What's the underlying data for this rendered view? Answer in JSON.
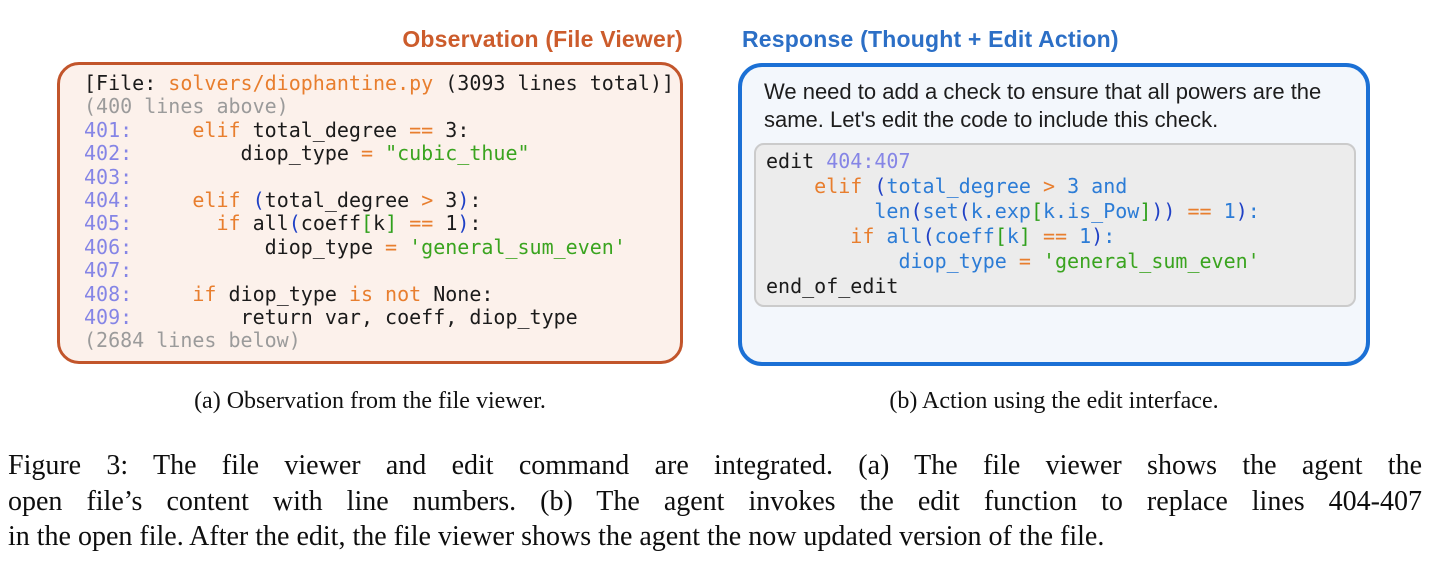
{
  "colors": {
    "orange_border": "#C2552B",
    "orange_title": "#CC5C2C",
    "obs_bg": "#FCF1EB",
    "blue_border": "#1B70D5",
    "blue_title": "#2C6FC6",
    "resp_bg": "#F3F7FC",
    "codeblock_bg": "#ECECEC",
    "codeblock_border": "#CBCBCB",
    "syntax": {
      "k": "#1B1B1B",
      "kw": "#E87E2E",
      "str": "#3AA41F",
      "ln": "#8585E6",
      "par": "#2041C6",
      "br": "#2FA01C",
      "id": "#2C7CD6",
      "gray": "#9B9B9B"
    }
  },
  "panels": {
    "observation": {
      "title": "Observation (File Viewer)",
      "code_lines": [
        [
          {
            "t": "[File: ",
            "c": "k"
          },
          {
            "t": "solvers/diophantine.py",
            "c": "kw"
          },
          {
            "t": " (3093 lines total)]",
            "c": "k"
          }
        ],
        [
          {
            "t": "(400 lines above)",
            "c": "gray"
          }
        ],
        [
          {
            "t": "401:",
            "c": "ln"
          },
          {
            "t": "     ",
            "c": "k"
          },
          {
            "t": "elif",
            "c": "kw"
          },
          {
            "t": " total_degree ",
            "c": "k"
          },
          {
            "t": "==",
            "c": "kw"
          },
          {
            "t": " 3:",
            "c": "k"
          }
        ],
        [
          {
            "t": "402:",
            "c": "ln"
          },
          {
            "t": "         ",
            "c": "k"
          },
          {
            "t": "diop_type ",
            "c": "k"
          },
          {
            "t": "=",
            "c": "kw"
          },
          {
            "t": " ",
            "c": "k"
          },
          {
            "t": "\"cubic_thue\"",
            "c": "str"
          }
        ],
        [
          {
            "t": "403:",
            "c": "ln"
          }
        ],
        [
          {
            "t": "404:",
            "c": "ln"
          },
          {
            "t": "     ",
            "c": "k"
          },
          {
            "t": "elif",
            "c": "kw"
          },
          {
            "t": " ",
            "c": "k"
          },
          {
            "t": "(",
            "c": "par"
          },
          {
            "t": "total_degree ",
            "c": "k"
          },
          {
            "t": ">",
            "c": "kw"
          },
          {
            "t": " 3",
            "c": "k"
          },
          {
            "t": ")",
            "c": "par"
          },
          {
            "t": ":",
            "c": "k"
          }
        ],
        [
          {
            "t": "405:",
            "c": "ln"
          },
          {
            "t": "       ",
            "c": "k"
          },
          {
            "t": "if",
            "c": "kw"
          },
          {
            "t": " all",
            "c": "k"
          },
          {
            "t": "(",
            "c": "par"
          },
          {
            "t": "coeff",
            "c": "k"
          },
          {
            "t": "[",
            "c": "br"
          },
          {
            "t": "k",
            "c": "k"
          },
          {
            "t": "]",
            "c": "br"
          },
          {
            "t": " ",
            "c": "k"
          },
          {
            "t": "==",
            "c": "kw"
          },
          {
            "t": " 1",
            "c": "k"
          },
          {
            "t": ")",
            "c": "par"
          },
          {
            "t": ":",
            "c": "k"
          }
        ],
        [
          {
            "t": "406:",
            "c": "ln"
          },
          {
            "t": "           ",
            "c": "k"
          },
          {
            "t": "diop_type ",
            "c": "k"
          },
          {
            "t": "=",
            "c": "kw"
          },
          {
            "t": " ",
            "c": "k"
          },
          {
            "t": "'general_sum_even'",
            "c": "str"
          }
        ],
        [
          {
            "t": "407:",
            "c": "ln"
          }
        ],
        [
          {
            "t": "408:",
            "c": "ln"
          },
          {
            "t": "     ",
            "c": "k"
          },
          {
            "t": "if",
            "c": "kw"
          },
          {
            "t": " diop_type ",
            "c": "k"
          },
          {
            "t": "is not",
            "c": "kw"
          },
          {
            "t": " None:",
            "c": "k"
          }
        ],
        [
          {
            "t": "409:",
            "c": "ln"
          },
          {
            "t": "         ",
            "c": "k"
          },
          {
            "t": "return var, coeff, diop_type",
            "c": "k"
          }
        ],
        [
          {
            "t": "(2684 lines below)",
            "c": "gray"
          }
        ]
      ]
    },
    "response": {
      "title": "Response (Thought + Edit Action)",
      "thought": "We need to add a check to ensure that all powers are the same. Let's edit the code to include this check.",
      "code_lines": [
        [
          {
            "t": "edit ",
            "c": "k"
          },
          {
            "t": "404:407",
            "c": "ln"
          }
        ],
        [
          {
            "t": "    ",
            "c": "id"
          },
          {
            "t": "elif",
            "c": "kw"
          },
          {
            "t": " ",
            "c": "id"
          },
          {
            "t": "(",
            "c": "par"
          },
          {
            "t": "total_degree ",
            "c": "id"
          },
          {
            "t": ">",
            "c": "kw"
          },
          {
            "t": " 3 and",
            "c": "id"
          }
        ],
        [
          {
            "t": "         ",
            "c": "id"
          },
          {
            "t": "len",
            "c": "id"
          },
          {
            "t": "(",
            "c": "par"
          },
          {
            "t": "set",
            "c": "id"
          },
          {
            "t": "(",
            "c": "par"
          },
          {
            "t": "k.exp",
            "c": "id"
          },
          {
            "t": "[",
            "c": "br"
          },
          {
            "t": "k.is_Pow",
            "c": "id"
          },
          {
            "t": "]",
            "c": "br"
          },
          {
            "t": "))",
            "c": "par"
          },
          {
            "t": " ",
            "c": "id"
          },
          {
            "t": "==",
            "c": "kw"
          },
          {
            "t": " 1",
            "c": "id"
          },
          {
            "t": ")",
            "c": "par"
          },
          {
            "t": ":",
            "c": "id"
          }
        ],
        [
          {
            "t": "       ",
            "c": "id"
          },
          {
            "t": "if",
            "c": "kw"
          },
          {
            "t": " all",
            "c": "id"
          },
          {
            "t": "(",
            "c": "par"
          },
          {
            "t": "coeff",
            "c": "id"
          },
          {
            "t": "[",
            "c": "br"
          },
          {
            "t": "k",
            "c": "id"
          },
          {
            "t": "]",
            "c": "br"
          },
          {
            "t": " ",
            "c": "id"
          },
          {
            "t": "==",
            "c": "kw"
          },
          {
            "t": " 1",
            "c": "id"
          },
          {
            "t": ")",
            "c": "par"
          },
          {
            "t": ":",
            "c": "id"
          }
        ],
        [
          {
            "t": "           ",
            "c": "id"
          },
          {
            "t": "diop_type ",
            "c": "id"
          },
          {
            "t": "=",
            "c": "kw"
          },
          {
            "t": " ",
            "c": "id"
          },
          {
            "t": "'general_sum_even'",
            "c": "str"
          }
        ],
        [
          {
            "t": "end_of_edit",
            "c": "k"
          }
        ]
      ]
    }
  },
  "figure": {
    "subcaption_a": "(a) Observation from the file viewer.",
    "subcaption_b": "(b) Action using the edit interface.",
    "caption_lines": [
      "Figure 3: The file viewer and edit command are integrated. (a) The file viewer shows the agent the",
      "open file’s content with line numbers. (b) The agent invokes the edit function to replace lines 404-407",
      "in the open file. After the edit, the file viewer shows the agent the now updated version of the file."
    ]
  }
}
